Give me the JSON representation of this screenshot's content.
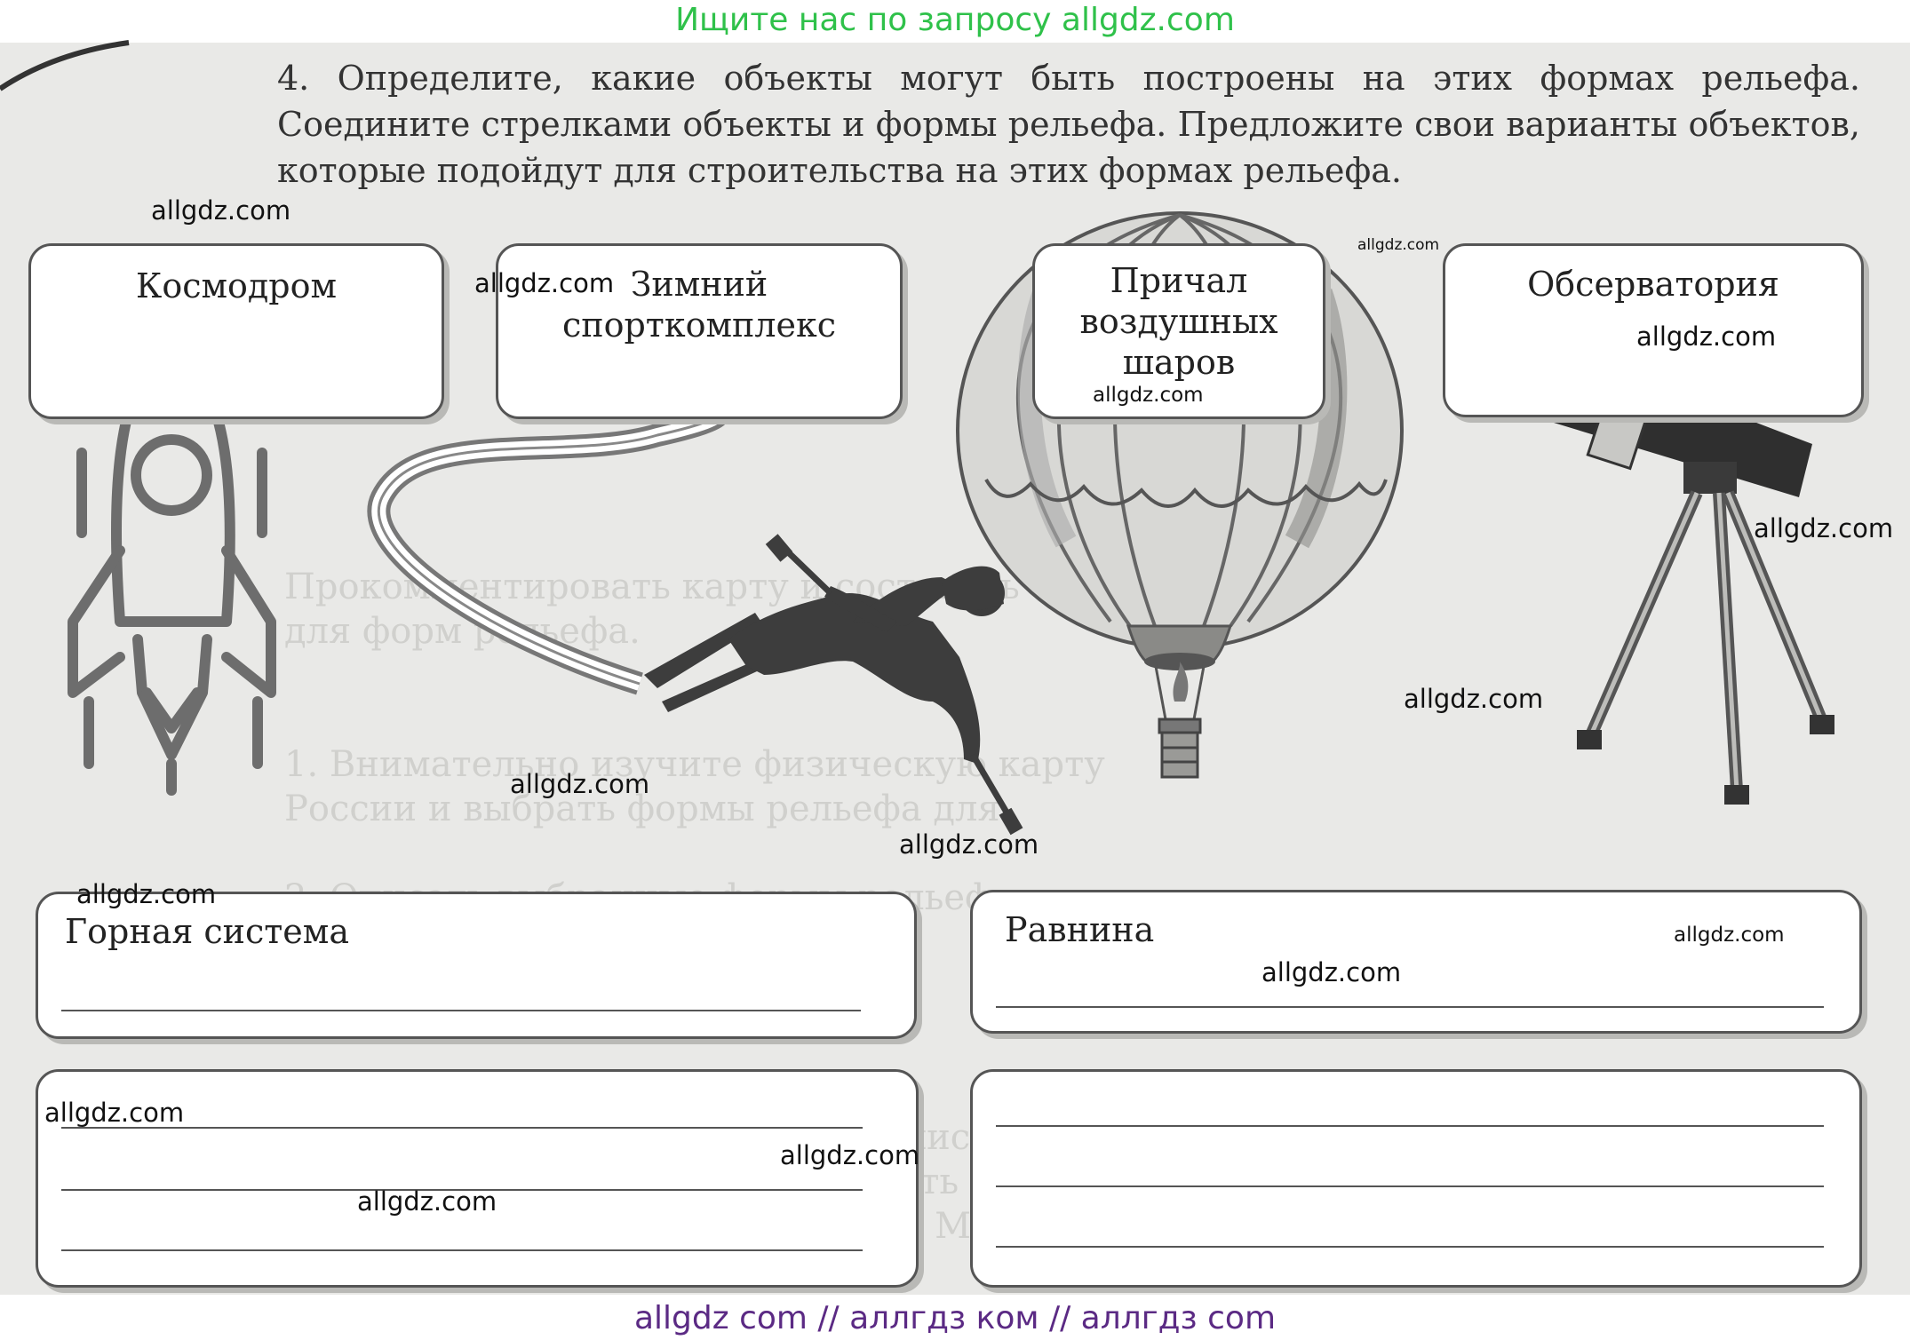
{
  "banners": {
    "top": "Ищите нас по запросу allgdz.com",
    "bottom": "allgdz com  //  аллгдз ком  //  аллгдз com"
  },
  "task": {
    "text": "4. Определите, какие объекты могут быть построены на этих формах рельефа. Соедините стрелками объекты и формы рельефа. Предложите свои варианты объектов, которые подойдут для строительства на этих формах рельефа."
  },
  "objects": {
    "cosmodrome": "Космодром",
    "sport_line1": "Зимний",
    "sport_line2": "спорткомплекс",
    "balloon_line1": "Причал",
    "balloon_line2": "воздушных",
    "balloon_line3": "шаров",
    "observatory": "Обсерватория"
  },
  "landforms": {
    "mountain": "Горная система",
    "plain": "Равнина"
  },
  "watermark": "allgdz.com",
  "colors": {
    "top_banner": "#2fc14a",
    "bottom_banner": "#5b2a84",
    "page_background": "#e9e9e7"
  },
  "icons": [
    "rocket-icon",
    "ski-track-icon",
    "skier-icon",
    "hot-air-balloon-icon",
    "telescope-icon"
  ]
}
